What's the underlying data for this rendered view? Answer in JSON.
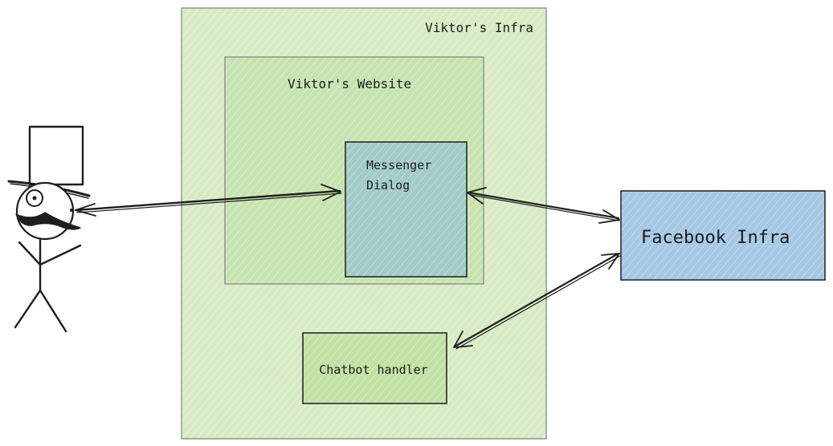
{
  "boxes": {
    "infra": {
      "label": "Viktor's Infra",
      "fill": "#d8ebc5",
      "stroke": "#8a8a8a"
    },
    "website": {
      "label": "Viktor's Website",
      "fill": "#c6e3b0",
      "stroke": "#8a8a8a"
    },
    "messenger": {
      "label_line1": "Messenger",
      "label_line2": "Dialog",
      "fill": "#a3cbc7",
      "stroke": "#1e1e1e"
    },
    "chatbot": {
      "label": "Chatbot handler",
      "fill": "#c2e0a4",
      "stroke": "#1e1e1e"
    },
    "facebook": {
      "label": "Facebook Infra",
      "fill": "#a5c8e4",
      "stroke": "#1e1e1e"
    }
  },
  "actors": {
    "user": {
      "icon": "top-hat-stick-figure"
    }
  },
  "colors": {
    "ink": "#1e1e1e"
  }
}
